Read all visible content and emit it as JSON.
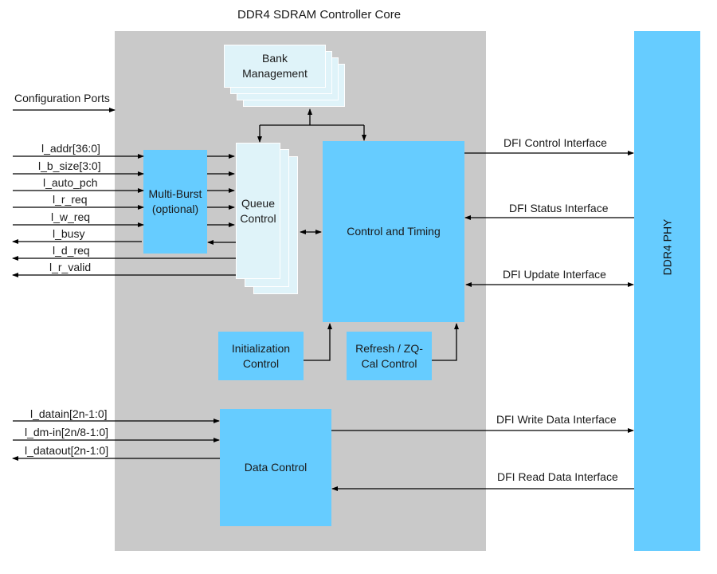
{
  "title": "DDR4 SDRAM Controller Core",
  "phy_label": "DDR4 PHY",
  "config_ports": "Configuration Ports",
  "blocks": {
    "bank_management": [
      "Bank",
      "Management"
    ],
    "queue_control": [
      "Queue",
      "Control"
    ],
    "multi_burst": [
      "Multi-Burst",
      "(optional)"
    ],
    "control_timing": "Control and Timing",
    "init_control": [
      "Initialization",
      "Control"
    ],
    "refresh_control": [
      "Refresh / ZQ-",
      "Cal Control"
    ],
    "data_control": "Data Control"
  },
  "user_signals": [
    {
      "name": "l_addr[36:0]",
      "dir": "in"
    },
    {
      "name": "l_b_size[3:0]",
      "dir": "in"
    },
    {
      "name": "l_auto_pch",
      "dir": "in"
    },
    {
      "name": "l_r_req",
      "dir": "in"
    },
    {
      "name": "l_w_req",
      "dir": "in"
    },
    {
      "name": "l_busy",
      "dir": "out"
    },
    {
      "name": "l_d_req",
      "dir": "out"
    },
    {
      "name": "l_r_valid",
      "dir": "out"
    }
  ],
  "data_signals": [
    {
      "name": "l_datain[2n-1:0]",
      "dir": "in"
    },
    {
      "name": "l_dm-in[2n/8-1:0]",
      "dir": "in"
    },
    {
      "name": "l_dataout[2n-1:0]",
      "dir": "out"
    }
  ],
  "dfi_interfaces": [
    {
      "name": "DFI Control Interface",
      "dir": "to-phy"
    },
    {
      "name": "DFI Status Interface",
      "dir": "from-phy"
    },
    {
      "name": "DFI Update Interface",
      "dir": "bidirectional"
    },
    {
      "name": "DFI Write Data Interface",
      "dir": "to-phy"
    },
    {
      "name": "DFI Read Data Interface",
      "dir": "from-phy"
    }
  ]
}
